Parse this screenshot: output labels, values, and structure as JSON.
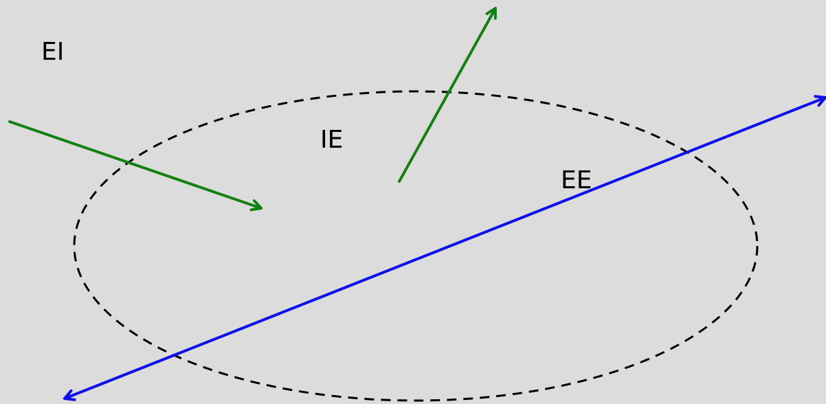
{
  "labels": {
    "top_left": "EI",
    "center": "IE",
    "right_center": "EE"
  },
  "colors": {
    "background": "#dcdcdc",
    "boundary": "#000000",
    "green_arrow": "#138013",
    "blue_arrow": "#0d10e8"
  }
}
